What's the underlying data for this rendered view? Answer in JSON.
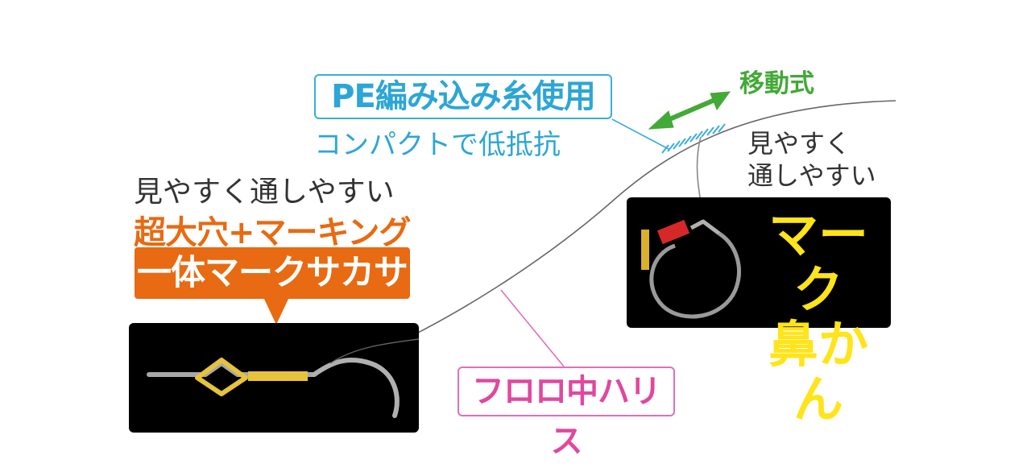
{
  "pe_label": "PE編み込み糸使用",
  "pe_sub": "コンパクトで低抵抗",
  "move_label": "移動式",
  "right_caption": [
    "見やすく",
    "通しやすい"
  ],
  "left_caption_1": "見やすく通しやすい",
  "left_caption_2": "超大穴+マーキング",
  "orange_label": "一体マークサカサ",
  "mark_label": [
    "マーク",
    "鼻かん"
  ],
  "pink_label": "フロロ中ハリス",
  "colors": {
    "pe_blue": "#2ca6d6",
    "move_green": "#43a937",
    "orange": "#e86a12",
    "yellow": "#ffe41a",
    "pink": "#e0489f"
  }
}
